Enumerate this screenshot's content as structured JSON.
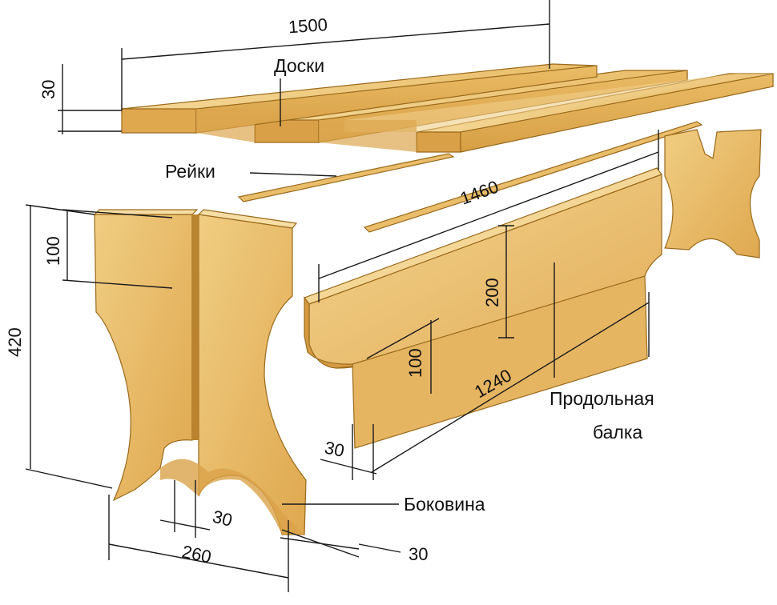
{
  "colors": {
    "wood_light": "#f2d08a",
    "wood_mid": "#e7b75e",
    "wood_dark": "#c78f35",
    "wood_end": "#d9a048",
    "line": "#1a1a1a"
  },
  "dimensions": {
    "board_length": "1500",
    "board_thickness": "30",
    "slat_length": "1460",
    "side_notch_height": "100",
    "side_height": "420",
    "beam_height": "200",
    "beam_lower_height": "100",
    "beam_length": "1240",
    "beam_thickness": "30",
    "side_slot_width": "30",
    "side_width": "260",
    "side_thickness": "30"
  },
  "labels": {
    "boards": "Доски",
    "slats": "Рейки",
    "beam_line1": "Продольная",
    "beam_line2": "балка",
    "side": "Боковина"
  }
}
